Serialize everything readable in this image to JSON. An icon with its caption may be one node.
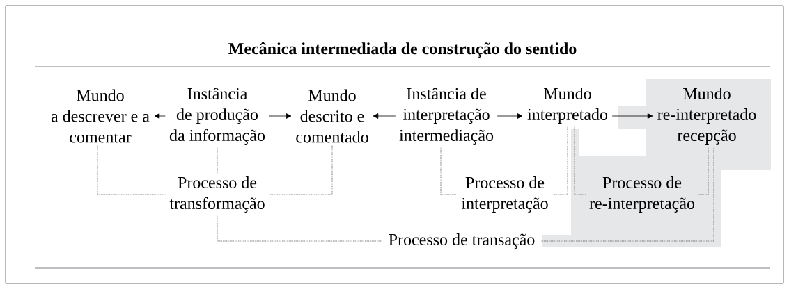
{
  "diagram": {
    "title": "Mecânica intermediada de construção do sentido",
    "nodes": [
      {
        "text": [
          "Mundo a descrever e a comentar"
        ]
      },
      {
        "text": [
          "Instância de produção da informação"
        ]
      },
      {
        "text": [
          "Mundo descrito e comentado"
        ]
      },
      {
        "text": [
          "Instância de interpretação intermediação"
        ]
      },
      {
        "text": [
          "Mundo interpretado"
        ]
      },
      {
        "text": [
          "Mundo re-interpretado recepção"
        ]
      },
      {
        "text": [
          "Processo de transformação"
        ]
      },
      {
        "text": [
          "Processo de interpretação"
        ]
      },
      {
        "text": [
          "Processo de re-interpretação"
        ]
      },
      {
        "text": [
          "Processo de transação"
        ]
      }
    ],
    "edges": [
      {
        "from": 1,
        "to": 0,
        "arrow": "to"
      },
      {
        "from": 1,
        "to": 2,
        "arrow": "to"
      },
      {
        "from": 3,
        "to": 2,
        "arrow": "to"
      },
      {
        "from": 3,
        "to": 4,
        "arrow": "to"
      },
      {
        "from": 4,
        "to": 5,
        "arrow": "to"
      },
      {
        "from": 0,
        "to": 6,
        "arrow": "none",
        "style": "dashed"
      },
      {
        "from": 1,
        "to": 6,
        "arrow": "none",
        "style": "dashed"
      },
      {
        "from": 2,
        "to": 6,
        "arrow": "none",
        "style": "dashed"
      },
      {
        "from": 3,
        "to": 7,
        "arrow": "none",
        "style": "dashed"
      },
      {
        "from": 4,
        "to": 7,
        "arrow": "none",
        "style": "dashed"
      },
      {
        "from": 4,
        "to": 8,
        "arrow": "none",
        "style": "dashed"
      },
      {
        "from": 5,
        "to": 8,
        "arrow": "none",
        "style": "dashed"
      },
      {
        "from": 6,
        "to": 9,
        "arrow": "none",
        "style": "dashed"
      },
      {
        "from": 5,
        "to": 9,
        "arrow": "none",
        "style": "dashed"
      }
    ]
  }
}
